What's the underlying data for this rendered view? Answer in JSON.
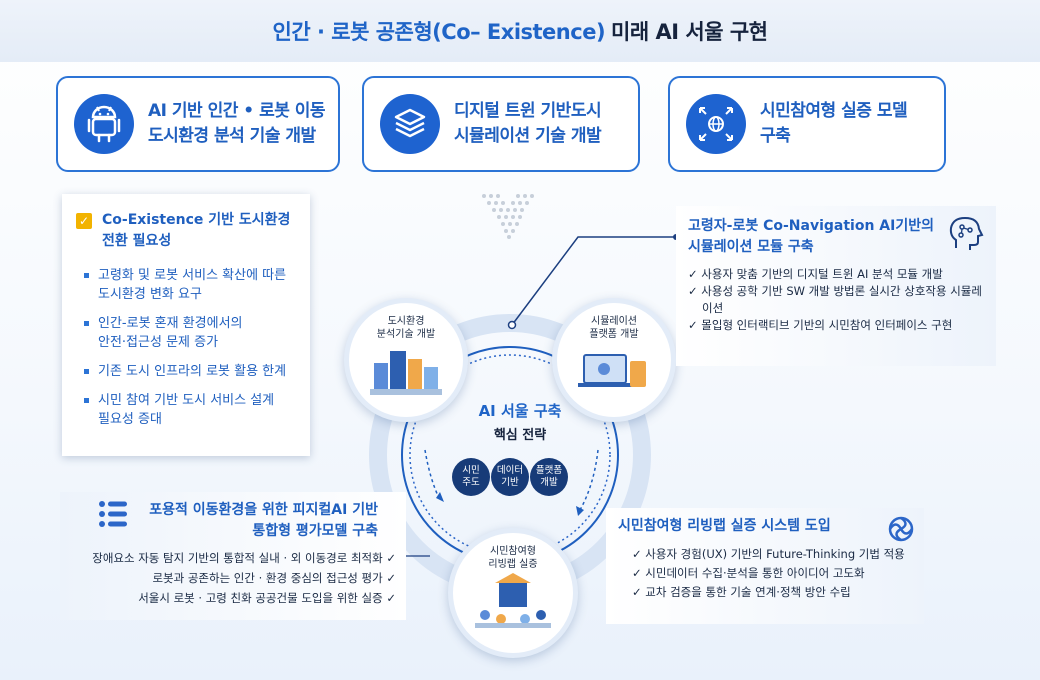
{
  "banner": {
    "title_blue": "인간 · 로봇 공존형(Co– Existence)",
    "title_dark": "미래 AI 서울 구현"
  },
  "top_cards": [
    {
      "line1": "AI 기반 인간 • 로봇 이동",
      "line2": "도시환경 분석 기술 개발",
      "icon": "android-robot-icon"
    },
    {
      "line1": "디지털 트윈 기반도시",
      "line2": "시뮬레이션 기술 개발",
      "icon": "layers-icon"
    },
    {
      "line1": "시민참여형 실증 모델",
      "line2": "구축",
      "icon": "globe-network-icon"
    }
  ],
  "need_box": {
    "title_line1": "Co-Existence 기반 도시환경",
    "title_line2": "전환 필요성",
    "items": [
      {
        "line1": "고령화 및 로봇 서비스 확산에 따른",
        "line2": "도시환경 변화 요구"
      },
      {
        "line1": "인간-로봇 혼재 환경에서의",
        "line2": "안전·접근성 문제 증가"
      },
      {
        "line1": "기존 도시 인프라의 로봇 활용 한계",
        "line2": ""
      },
      {
        "line1": "시민 참여 기반 도시 서비스 설계",
        "line2": "필요성 증대"
      }
    ]
  },
  "panel_top_right": {
    "title_line1": "고령자-로봇 Co-Navigation AI기반의",
    "title_line2": "시뮬레이션 모듈 구축",
    "items": [
      "✓ 사용자 맞춤 기반의 디지털 트윈 AI 분석 모듈 개발",
      "✓ 사용성 공학 기반 SW 개발 방법론 실시간 상호작용 시뮬레이션",
      "✓ 몰입형 인터랙티브 기반의 시민참여 인터페이스 구현"
    ]
  },
  "panel_bottom_left": {
    "title_line1": "포용적 이동환경을 위한 피지컬AI 기반",
    "title_line2": "통합형 평가모델 구축",
    "items": [
      "장애요소 자동 탐지 기반의 통합적 실내 · 외 이동경로 최적화 ✓",
      "로봇과 공존하는 인간 · 환경 중심의 접근성 평가 ✓",
      "서울시 로봇 · 고령 친화 공공건물 도입을 위한 실증 ✓"
    ]
  },
  "panel_bottom_right": {
    "title": "시민참여형 리빙랩 실증 시스템 도입",
    "items": [
      "✓ 사용자 경험(UX) 기반의 Future-Thinking 기법 적용",
      "✓ 시민데이터 수집·분석을 통한 아이디어 고도화",
      "✓ 교차 검증을 통한 기술 연계·정책 방안 수립"
    ]
  },
  "center": {
    "title": "AI 서울 구축",
    "subtitle": "핵심 전략",
    "pills": [
      {
        "line1": "시민",
        "line2": "주도"
      },
      {
        "line1": "데이터",
        "line2": "기반"
      },
      {
        "line1": "플랫폼",
        "line2": "개발"
      }
    ],
    "nodes": [
      {
        "line1": "도시환경",
        "line2": "분석기술 개발"
      },
      {
        "line1": "시뮬레이션",
        "line2": "플랫폼 개발"
      },
      {
        "line1": "시민참여형",
        "line2": "리빙랩 실증"
      }
    ]
  },
  "colors": {
    "accent": "#1f64c7",
    "navy": "#173b78",
    "check": "#f2b300"
  }
}
